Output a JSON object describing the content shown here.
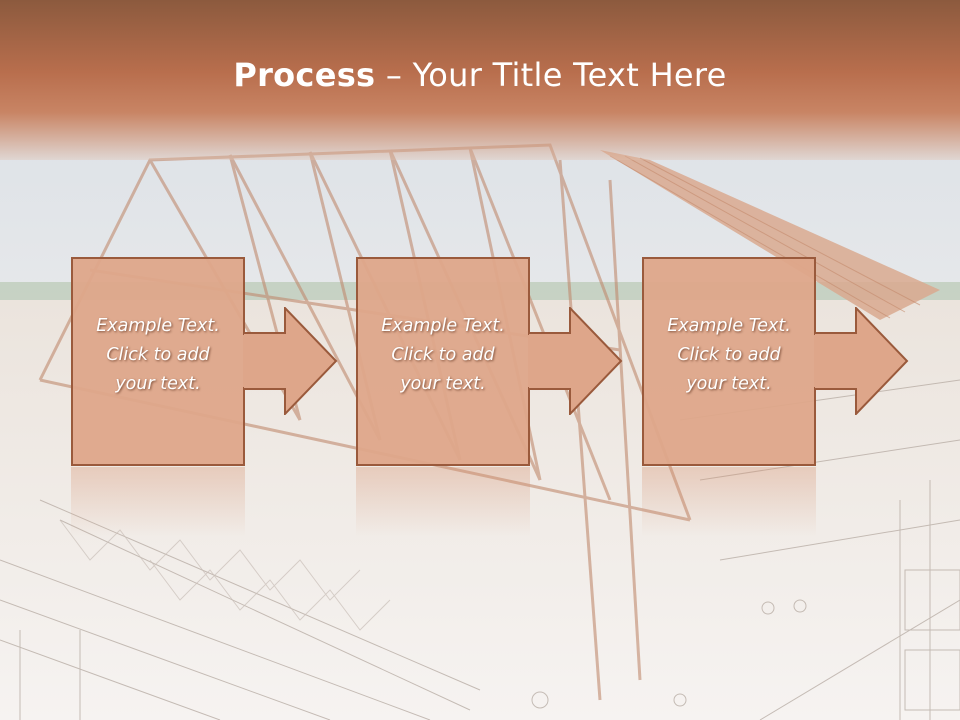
{
  "slide": {
    "title_bold": "Process",
    "title_rest": " – Your Title Text Here"
  },
  "steps": [
    {
      "line1": "Example Text.",
      "line2": "Click  to add",
      "line3": "your text."
    },
    {
      "line1": "Example Text.",
      "line2": "Click  to add",
      "line3": "your text."
    },
    {
      "line1": "Example Text.",
      "line2": "Click  to add",
      "line3": "your text."
    }
  ],
  "colors": {
    "title_band": "#b86e4d",
    "box_fill": "#dea68a",
    "box_border": "#9a5a3c",
    "background": "#f2ece7"
  }
}
